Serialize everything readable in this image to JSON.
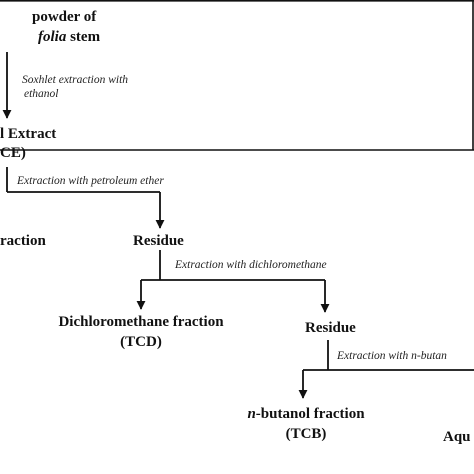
{
  "colors": {
    "ink": "#111111",
    "background": "#ffffff"
  },
  "nodes": {
    "powder": {
      "line1": "powder of",
      "line2_italic": "folia",
      "line2_rest": " stem"
    },
    "extract": {
      "line1": "l Extract",
      "line2": "CE)"
    },
    "pe_fraction": "raction",
    "residue_1": "Residue",
    "dcm_fraction": {
      "line1": "Dichloromethane fraction",
      "line2": "(TCD)"
    },
    "residue_2": "Residue",
    "butanol_fraction": {
      "line1_italic": "n",
      "line1_rest": "-butanol fraction",
      "line2": "(TCB)"
    },
    "aqueous": "Aqu"
  },
  "steps": {
    "soxhlet": {
      "line1": "Soxhlet extraction with",
      "line2": "ethanol"
    },
    "petroleum": "Extraction with petroleum ether",
    "dichloromethane": "Extraction with dichloromethane",
    "butanol": {
      "prefix": "Extraction with ",
      "italic": "n",
      "suffix": "-butan"
    }
  }
}
